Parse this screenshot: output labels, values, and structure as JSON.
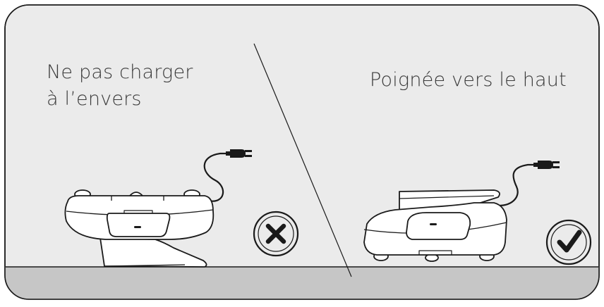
{
  "panel_left": {
    "caption_line1": "Ne pas charger",
    "caption_line2": "à l’envers",
    "status_icon": "cross-in-circle-icon",
    "device_orientation": "upside-down"
  },
  "panel_right": {
    "caption": "Poignée vers le haut",
    "status_icon": "check-in-circle-icon",
    "device_orientation": "handle-up"
  },
  "colors": {
    "background": "#ebebeb",
    "floor": "#c6c6c6",
    "outline": "#1a1a1a",
    "device_fill": "#ffffff",
    "text": "#3a3a3a"
  },
  "icons": [
    "power-plug-icon",
    "cross-in-circle-icon",
    "check-in-circle-icon"
  ]
}
